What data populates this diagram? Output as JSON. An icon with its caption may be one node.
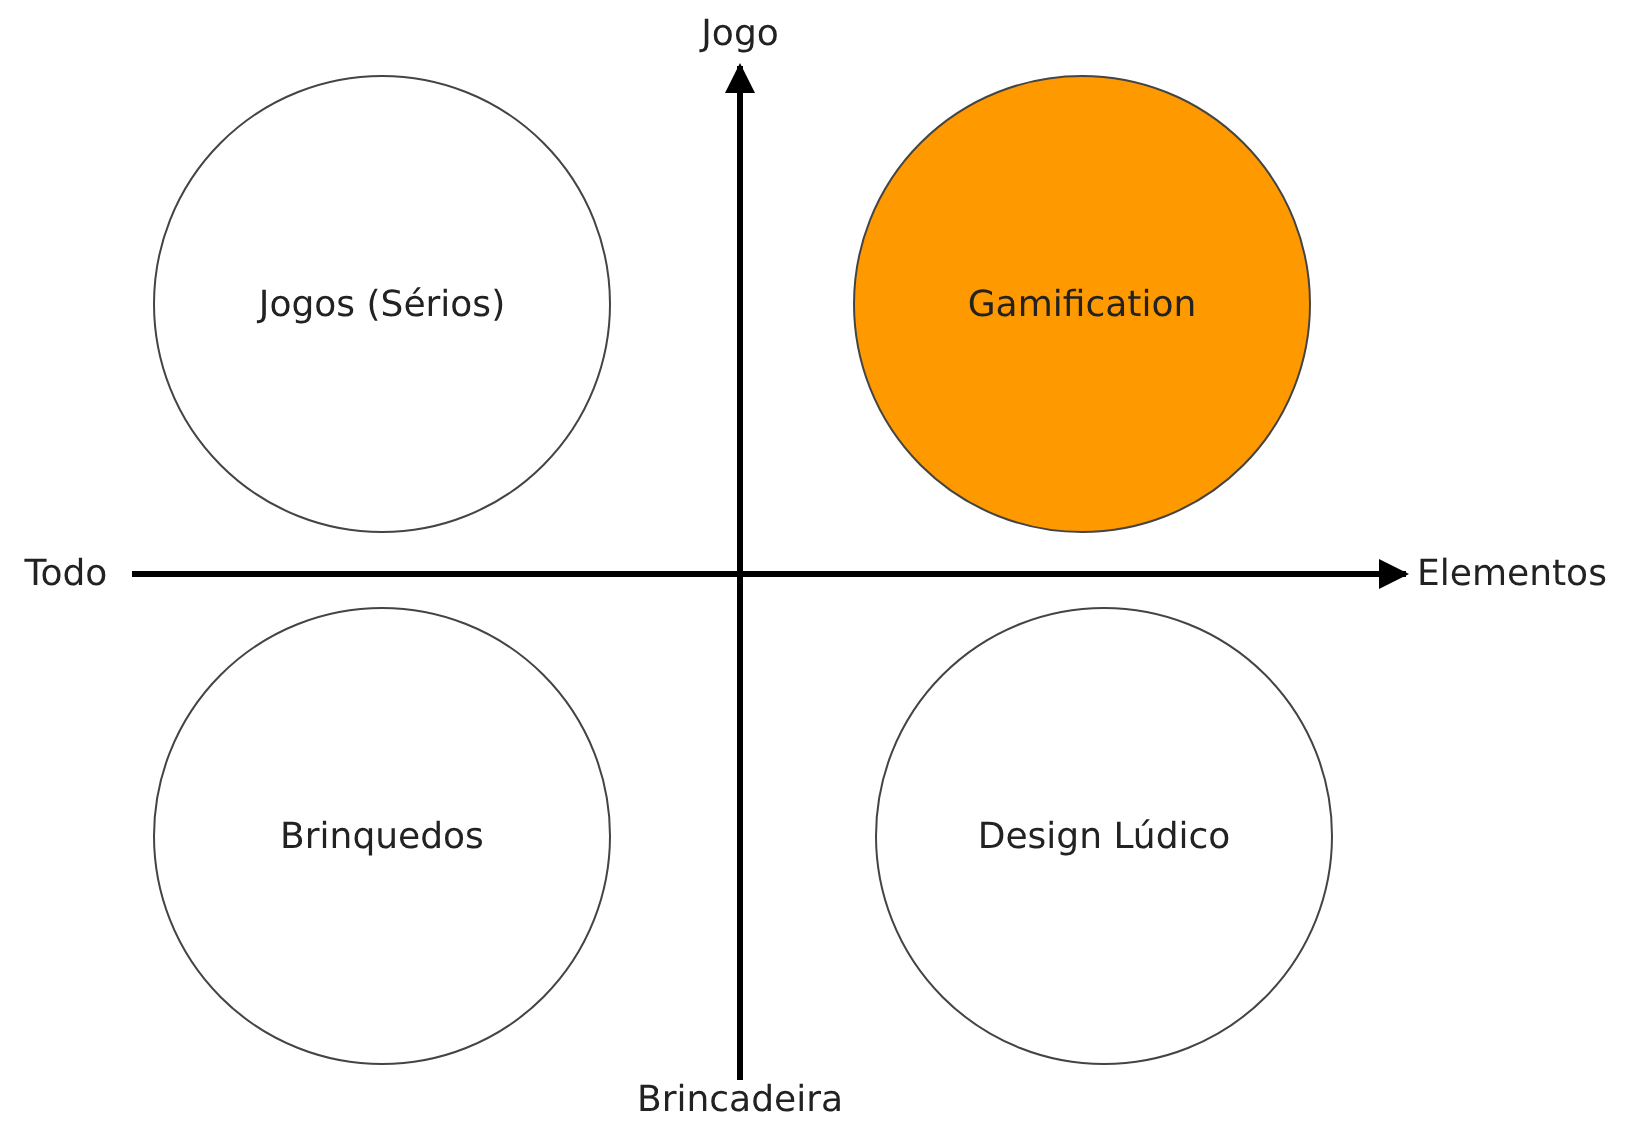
{
  "diagram": {
    "nodes": [
      {
        "text": [
          "Jogos (Sérios)"
        ]
      },
      {
        "text": [
          "Gamification"
        ]
      },
      {
        "text": [
          "Brinquedos"
        ]
      },
      {
        "text": [
          "Design Lúdico"
        ]
      }
    ],
    "labels": [
      "Jogo",
      "Todo",
      "Elementos",
      "Brincadeira"
    ]
  }
}
